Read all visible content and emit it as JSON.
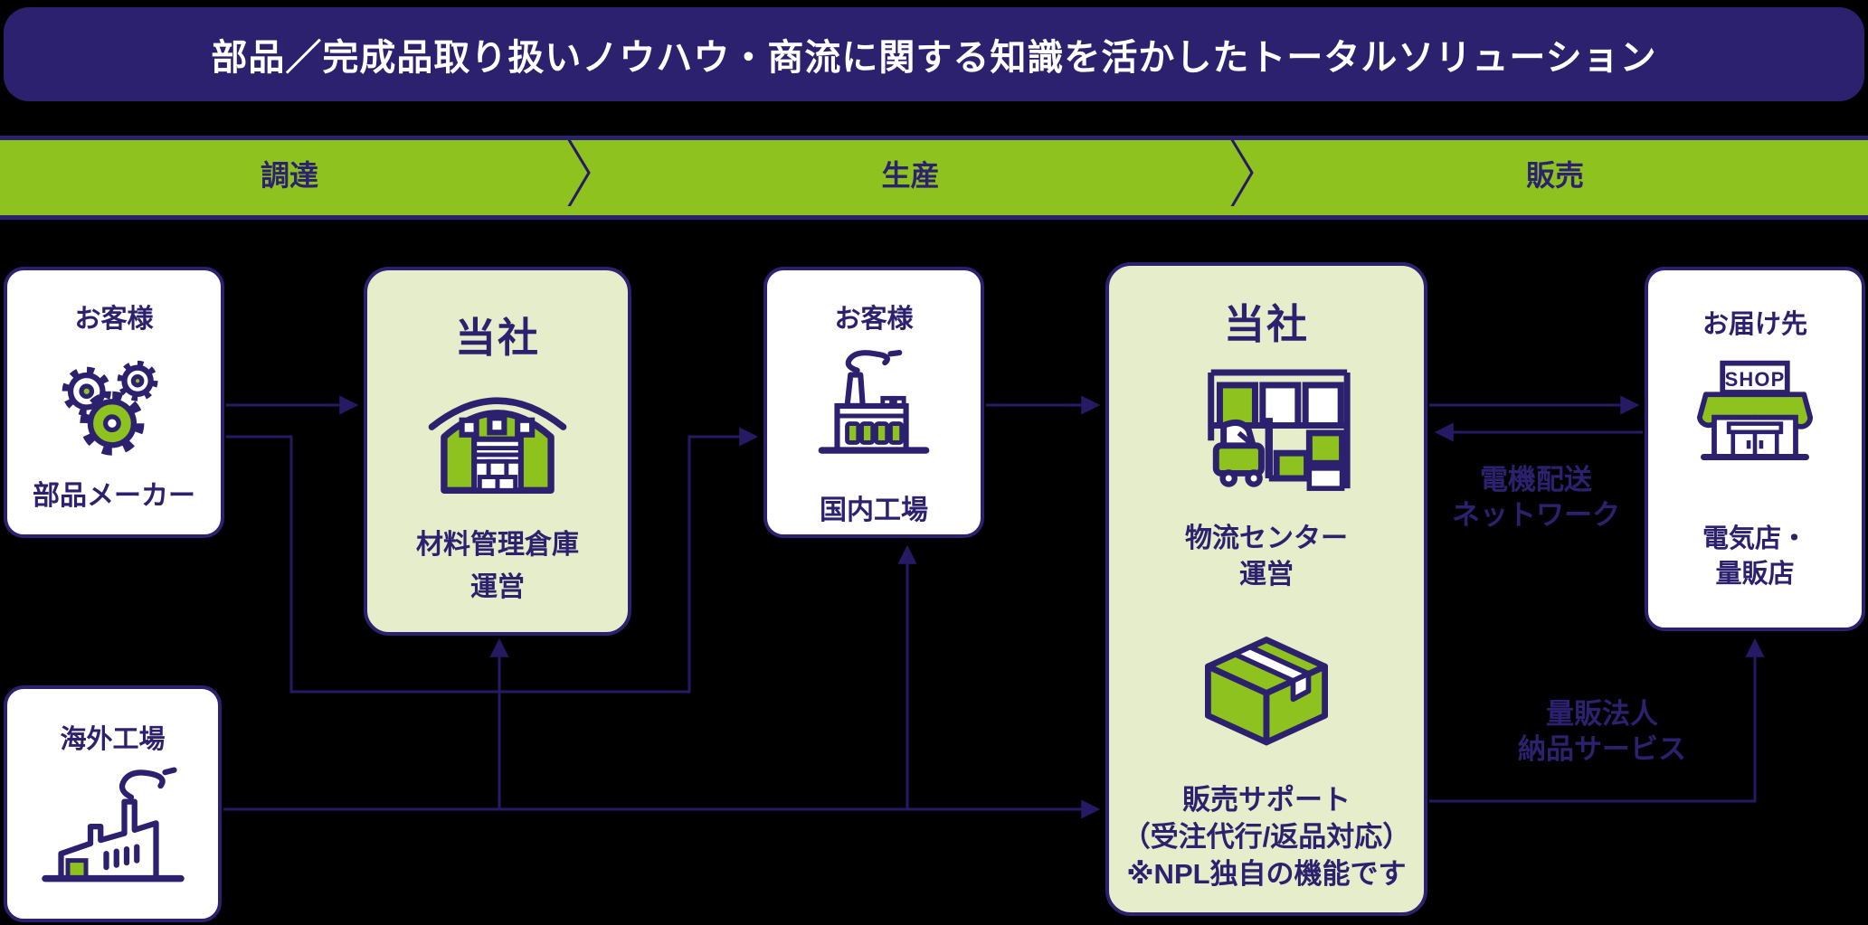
{
  "banner": {
    "title": "部品／完成品取り扱いノウハウ・商流に関する知識を活かしたトータルソリューション"
  },
  "process_bar": {
    "stages": [
      "調達",
      "生産",
      "販売"
    ]
  },
  "boxes": {
    "parts_maker": {
      "header": "お客様",
      "label": "部品メーカー",
      "icon": "gears-icon"
    },
    "material_warehouse": {
      "header": "当社",
      "label_line1": "材料管理倉庫",
      "label_line2": "運営",
      "icon": "warehouse-icon"
    },
    "domestic_factory": {
      "header": "お客様",
      "label": "国内工場",
      "icon": "factory-icon"
    },
    "logistics_center": {
      "header": "当社",
      "service1_line1": "物流センター",
      "service1_line2": "運営",
      "service2_line1": "販売サポート",
      "service2_line2": "（受注代行/返品対応）",
      "service2_line3": "※NPL独自の機能です",
      "icon1": "forklift-shelf-icon",
      "icon2": "package-box-icon"
    },
    "delivery_destination": {
      "header": "お届け先",
      "label_line1": "電気店・",
      "label_line2": "量販店",
      "sign_text": "SHOP",
      "icon": "shop-icon"
    },
    "overseas_factory": {
      "label": "海外工場",
      "icon": "overseas-factory-icon"
    }
  },
  "flow_labels": {
    "electric_delivery_network": {
      "line1": "電機配送",
      "line2": "ネットワーク"
    },
    "mass_retailer_delivery": {
      "line1": "量販法人",
      "line2": "納品サービス"
    }
  },
  "colors": {
    "green": "#8dc21f",
    "light_green": "#e5edca",
    "purple": "#2b216e",
    "line": "#251a63",
    "white": "#ffffff",
    "background": "#000000"
  }
}
